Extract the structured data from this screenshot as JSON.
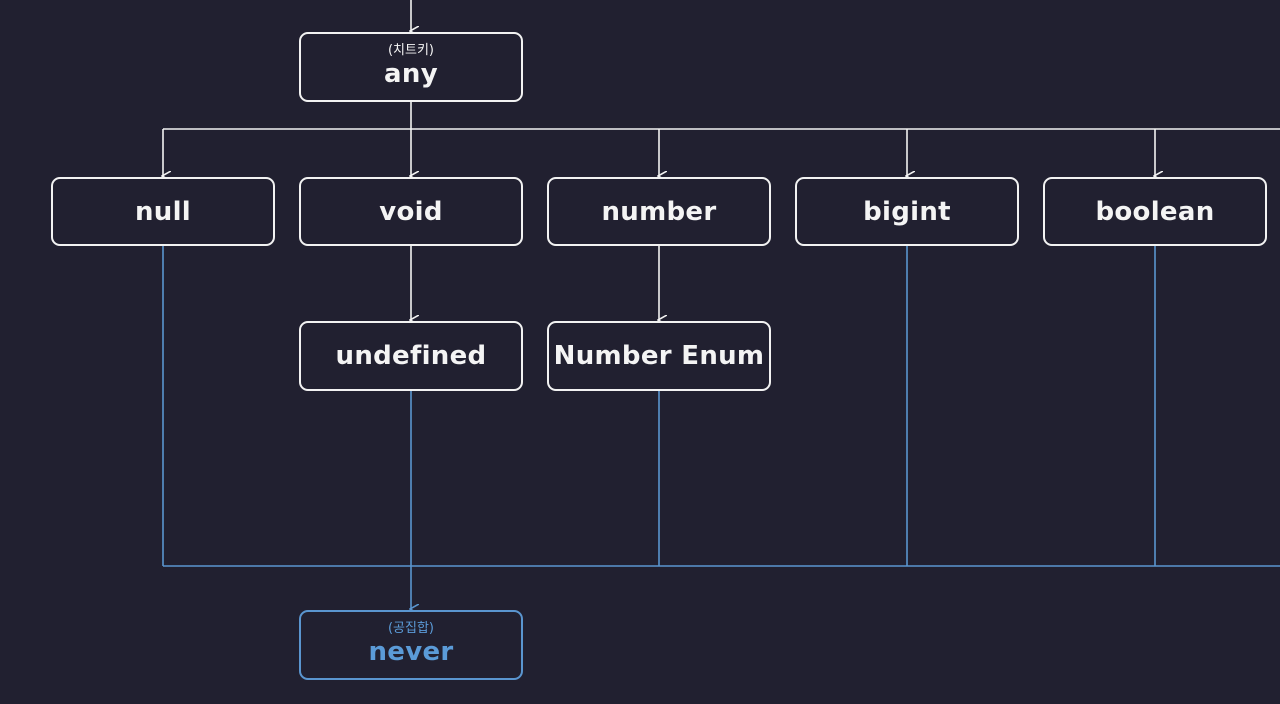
{
  "colors": {
    "background": "#212030",
    "white_line": "#f2f2f2",
    "blue_line": "#5a95cf",
    "bottom_text": "#5b9bd8"
  },
  "nodes": {
    "any": {
      "label": "any",
      "note": "(치트키)"
    },
    "null": {
      "label": "null"
    },
    "void": {
      "label": "void"
    },
    "number": {
      "label": "number"
    },
    "bigint": {
      "label": "bigint"
    },
    "boolean": {
      "label": "boolean"
    },
    "undefined": {
      "label": "undefined"
    },
    "number_enum": {
      "label": "Number Enum"
    },
    "never": {
      "label": "never",
      "note": "(공집합)"
    }
  }
}
